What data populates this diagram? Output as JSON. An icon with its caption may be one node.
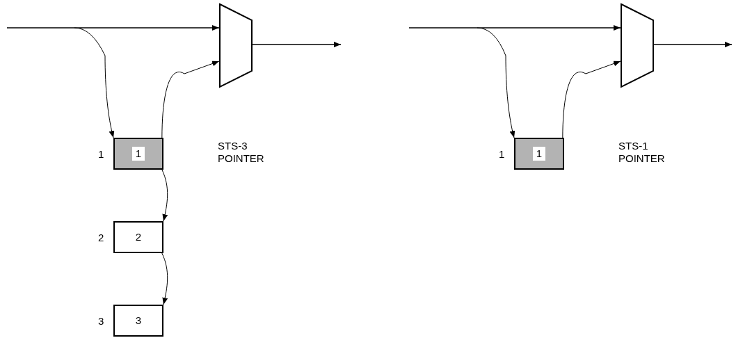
{
  "diagram": {
    "nodes": [
      {
        "text": [],
        "shape": "trapezoid"
      },
      {
        "text": [
          "1"
        ],
        "beside": [
          "1"
        ]
      },
      {
        "text": [
          "2"
        ],
        "beside": [
          "2"
        ]
      },
      {
        "text": [
          "3"
        ],
        "beside": [
          "3"
        ]
      },
      {
        "text": [],
        "shape": "trapezoid"
      },
      {
        "text": [
          "1"
        ],
        "beside": [
          "1"
        ]
      }
    ],
    "edges": [
      {
        "from": null,
        "to": 0,
        "arrow": "to"
      },
      {
        "from": null,
        "to": 1,
        "arrow": "to"
      },
      {
        "from": 1,
        "to": 0,
        "arrow": "to"
      },
      {
        "from": 0,
        "to": null,
        "arrow": "to"
      },
      {
        "from": 1,
        "to": 2,
        "arrow": "to"
      },
      {
        "from": 2,
        "to": 3,
        "arrow": "to"
      },
      {
        "from": null,
        "to": 4,
        "arrow": "to"
      },
      {
        "from": null,
        "to": 5,
        "arrow": "to"
      },
      {
        "from": 5,
        "to": 4,
        "arrow": "to"
      },
      {
        "from": 4,
        "to": null,
        "arrow": "to"
      }
    ],
    "labels": [
      "STS-3 POINTER",
      "STS-1 POINTER"
    ]
  }
}
